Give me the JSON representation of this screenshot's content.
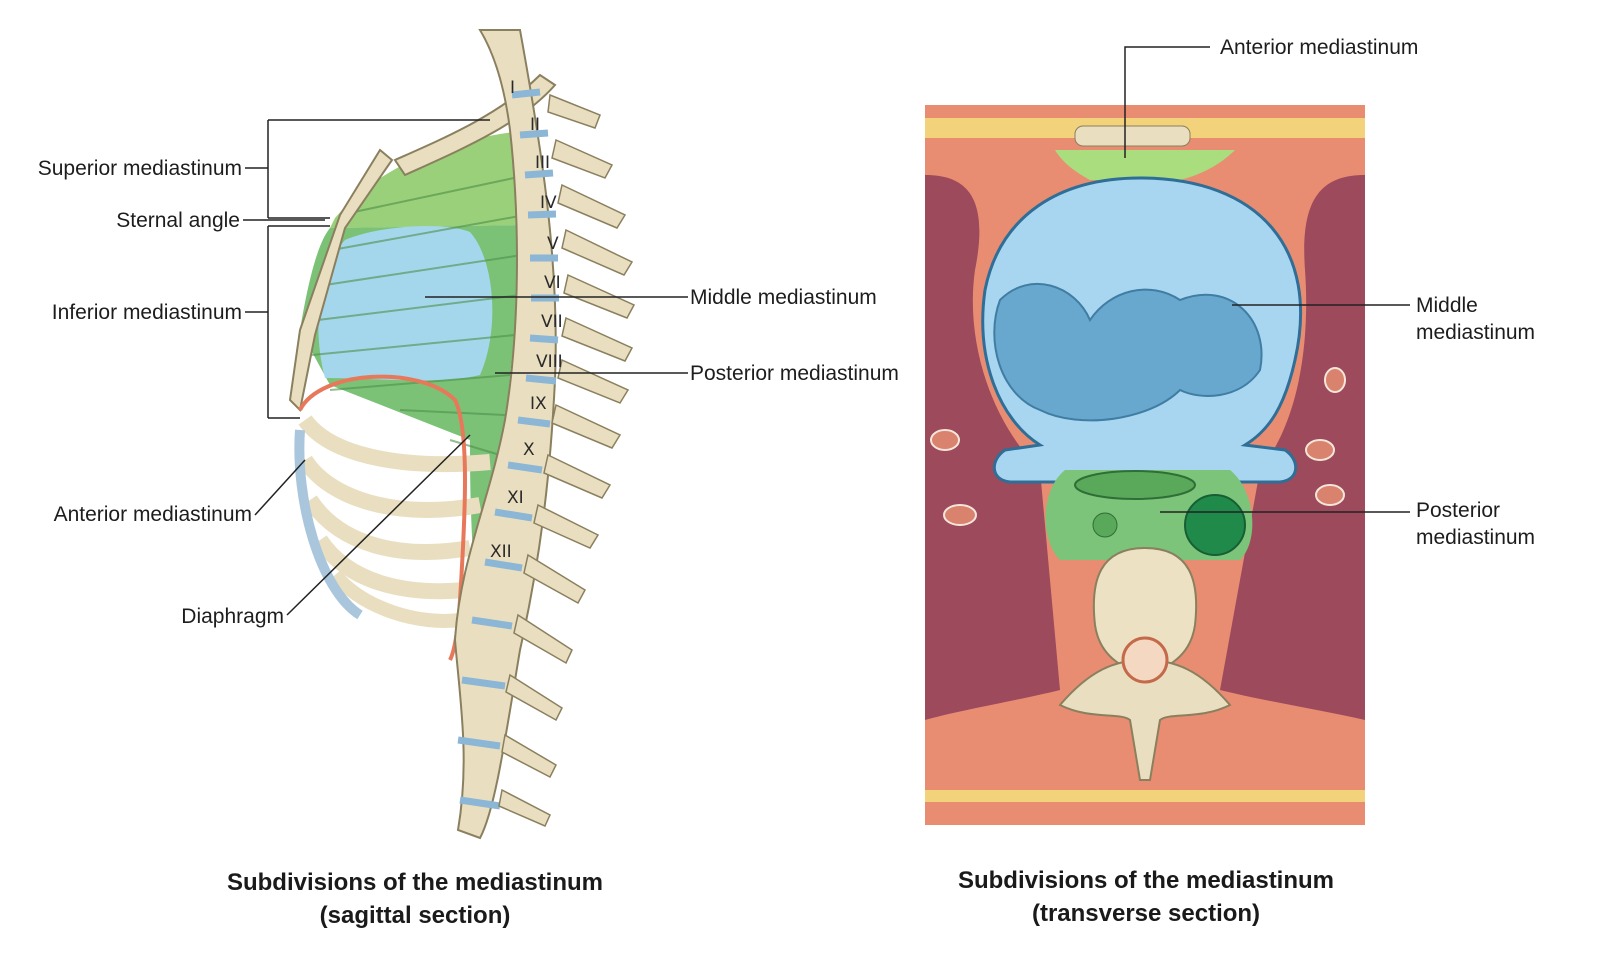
{
  "sagittal": {
    "labels": {
      "superior": "Superior mediastinum",
      "sternal_angle": "Sternal angle",
      "inferior": "Inferior mediastinum",
      "anterior": "Anterior mediastinum",
      "diaphragm": "Diaphragm",
      "middle": "Middle mediastinum",
      "posterior": "Posterior mediastinum"
    },
    "vertebrae": [
      "I",
      "II",
      "III",
      "IV",
      "V",
      "VI",
      "VII",
      "VIII",
      "IX",
      "X",
      "XI",
      "XII"
    ],
    "caption_line1": "Subdivisions of the mediastinum",
    "caption_line2": "(sagittal section)"
  },
  "transverse": {
    "labels": {
      "anterior": "Anterior mediastinum",
      "middle_line1": "Middle",
      "middle_line2": "mediastinum",
      "posterior_line1": "Posterior",
      "posterior_line2": "mediastinum"
    },
    "caption_line1": "Subdivisions of the mediastinum",
    "caption_line2": "(transverse section)"
  },
  "colors": {
    "bone": "#e9dfc0",
    "cartilage": "#a9c6dc",
    "middle_region": "#a8d6f0",
    "posterior_region": "#7cc47a",
    "superior_region": "#9fd27e",
    "diaphragm": "#e8785a",
    "lung": "#9c4a5c",
    "muscle": "#e98d72",
    "pericardium": "#6fb3dc"
  }
}
